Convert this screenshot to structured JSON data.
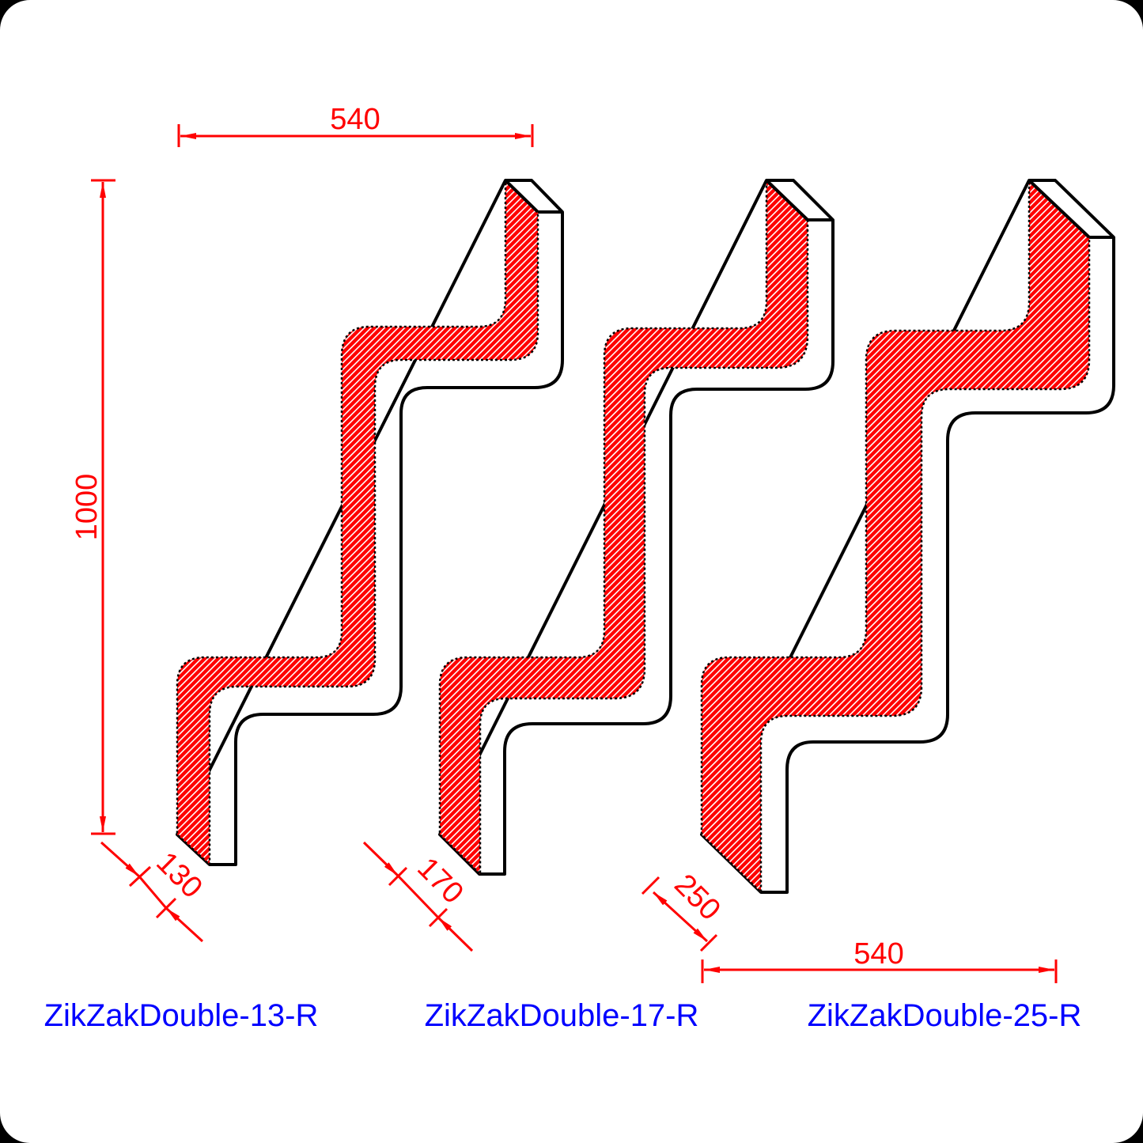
{
  "colors": {
    "dimension": "#ff0000",
    "label": "#0000ff",
    "hatch": "#ff0000",
    "outline": "#000000",
    "background": "#ffffff"
  },
  "dimensions": {
    "top_width": "540",
    "height": "1000",
    "bottom_width": "540"
  },
  "profiles": [
    {
      "name": "ZikZakDouble-13-R",
      "thickness_label": "130"
    },
    {
      "name": "ZikZakDouble-17-R",
      "thickness_label": "170"
    },
    {
      "name": "ZikZakDouble-25-R",
      "thickness_label": "250"
    }
  ]
}
